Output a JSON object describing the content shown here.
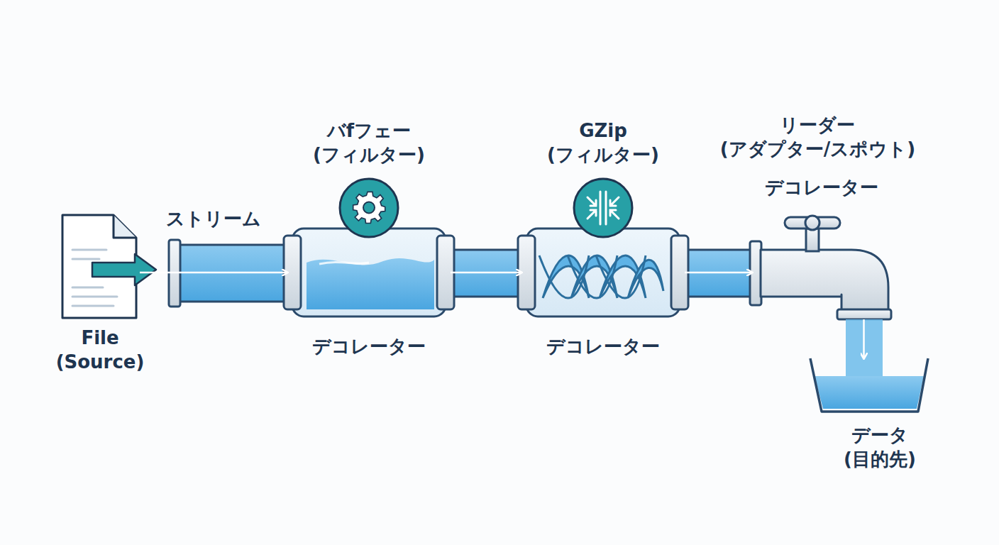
{
  "diagram": {
    "nodes": [
      {
        "text": [
          "File (Source)"
        ]
      },
      {
        "text": [
          "バfフェー (フィルター)",
          "デコレーター"
        ]
      },
      {
        "text": [
          "GZip (フィルター)",
          "デコレーター"
        ]
      },
      {
        "text": [
          "リーダー (アダプター/スポウト)",
          "デコレーター"
        ]
      },
      {
        "text": [
          "データ (目的先)"
        ]
      }
    ],
    "edges": [
      {
        "from": 0,
        "to": 1,
        "arrow": "to",
        "label": "ストリーム"
      },
      {
        "from": 1,
        "to": 2,
        "arrow": "to"
      },
      {
        "from": 2,
        "to": 3,
        "arrow": "to"
      },
      {
        "from": 3,
        "to": 4,
        "arrow": "to"
      }
    ]
  }
}
